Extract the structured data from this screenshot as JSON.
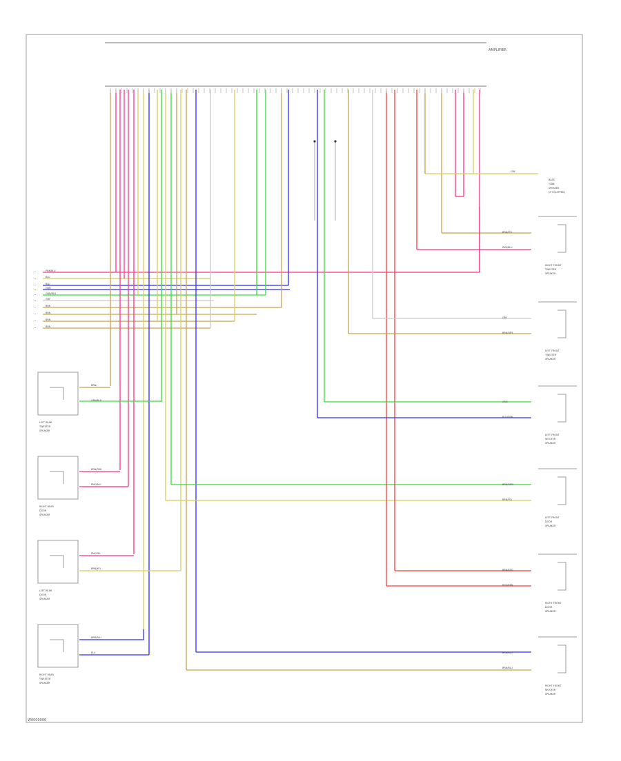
{
  "header": {
    "label": "AMPLIFIER"
  },
  "footer": {
    "code": "W0000000"
  },
  "colors": {
    "tan": "#c8a24a",
    "pink": "#ff2f8a",
    "blue": "#2b2bff",
    "green": "#33dd33",
    "yellow": "#dccb5a",
    "white": "#c9c9c9",
    "red": "#ff3b3b",
    "frame": "#999999"
  },
  "left_components": [
    {
      "id": "left-rear-tweeter",
      "lines": [
        "LEFT REAR",
        "TWEETER",
        "SPEAKER"
      ],
      "wires": [
        {
          "label": "BRN/",
          "color": "tan"
        },
        {
          "label": "GRN/BLU",
          "color": "green"
        }
      ]
    },
    {
      "id": "right-rear-door-speaker",
      "lines": [
        "RIGHT REAR",
        "DOOR",
        "SPEAKER"
      ],
      "wires": [
        {
          "label": "BRN/PNK",
          "color": "pink"
        },
        {
          "label": "PNK/BLU",
          "color": "pink"
        }
      ]
    },
    {
      "id": "left-rear-door-speaker",
      "lines": [
        "LEFT REAR",
        "DOOR",
        "SPEAKER"
      ],
      "wires": [
        {
          "label": "PNK/YEL",
          "color": "pink"
        },
        {
          "label": "BRN/YEL",
          "color": "yellow"
        }
      ]
    },
    {
      "id": "right-rear-tweeter",
      "lines": [
        "RIGHT REAR",
        "TWEETER",
        "SPEAKER"
      ],
      "wires": [
        {
          "label": "BRN/BLU",
          "color": "blue"
        },
        {
          "label": "BLU",
          "color": "blue"
        }
      ]
    }
  ],
  "right_components": [
    {
      "id": "right-front-tweeter",
      "lines": [
        "RIGHT FRONT",
        "TWEETER",
        "SPEAKER"
      ],
      "wires": [
        {
          "label": "BRN/YEL",
          "color": "tan"
        },
        {
          "label": "PNK/BLU",
          "color": "pink"
        }
      ]
    },
    {
      "id": "left-front-tweeter",
      "lines": [
        "LEFT FRONT",
        "TWEETER",
        "SPEAKER"
      ],
      "wires": [
        {
          "label": "GRY",
          "color": "white"
        },
        {
          "label": "BRN/GRY",
          "color": "tan"
        }
      ]
    },
    {
      "id": "left-front-woofer",
      "lines": [
        "LEFT FRONT",
        "WOOFER",
        "SPEAKER"
      ],
      "wires": [
        {
          "label": "GRN",
          "color": "green"
        },
        {
          "label": "BLU/GRN",
          "color": "blue"
        }
      ]
    },
    {
      "id": "left-front-door-speaker",
      "lines": [
        "LEFT FRONT",
        "DOOR",
        "SPEAKER"
      ],
      "wires": [
        {
          "label": "BRN/GRN",
          "color": "green"
        },
        {
          "label": "BRN/YEL",
          "color": "yellow"
        }
      ]
    },
    {
      "id": "right-front-door-speaker",
      "lines": [
        "RIGHT FRONT",
        "DOOR",
        "SPEAKER"
      ],
      "wires": [
        {
          "label": "BRN/RED",
          "color": "red"
        },
        {
          "label": "RED/BRN",
          "color": "red"
        }
      ]
    },
    {
      "id": "right-front-woofer",
      "lines": [
        "RIGHT FRONT",
        "WOOFER",
        "SPEAKER"
      ],
      "wires": [
        {
          "label": "BRN/BLU",
          "color": "blue"
        },
        {
          "label": "BRN/BLU",
          "color": "tan"
        }
      ]
    }
  ],
  "top_right_component": {
    "lines": [
      "BASS",
      "TUBE",
      "SPEAKER",
      "(IF EQUIPPED)"
    ],
    "wire_label": "GRY"
  },
  "bus_labels": [
    "PNK/BLU",
    "BLU",
    "BLU",
    "GRN",
    "GRN/BLU",
    "GRY",
    "BRN",
    "BRN",
    "BRN",
    "BRN"
  ]
}
